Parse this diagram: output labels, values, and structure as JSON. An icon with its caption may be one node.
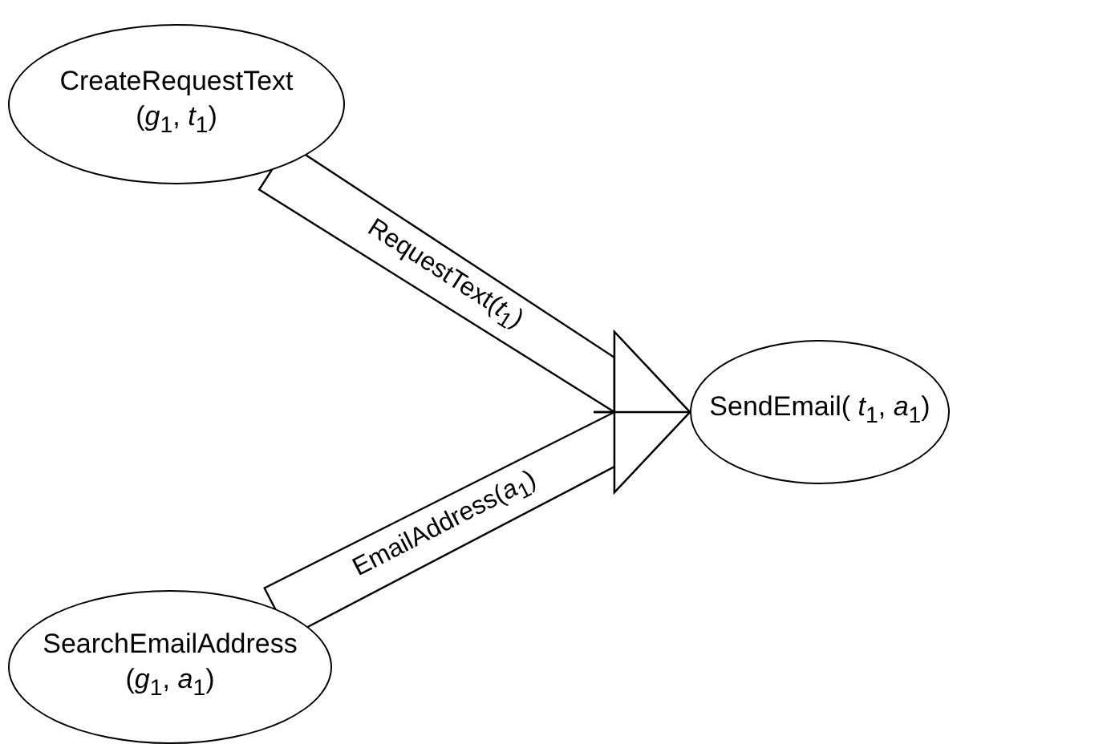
{
  "diagram": {
    "nodes": [
      {
        "text": [
          "CreateRequestText",
          "(*g*$_{1}$, *t*$_{1}$)"
        ]
      },
      {
        "text": [
          "SendEmail( *t*$_{1}$, *a*$_{1}$)"
        ]
      },
      {
        "text": [
          "SearchEmailAddress",
          "(*g*$_{1}$, *a*$_{1}$)"
        ]
      }
    ],
    "edges": [
      {
        "from": 0,
        "to": 1,
        "arrow": "to",
        "label": "RequestText(*t*$_{1}$)"
      },
      {
        "from": 2,
        "to": 1,
        "arrow": "to",
        "label": "EmailAddress(*a*$_{1}$)"
      }
    ]
  }
}
